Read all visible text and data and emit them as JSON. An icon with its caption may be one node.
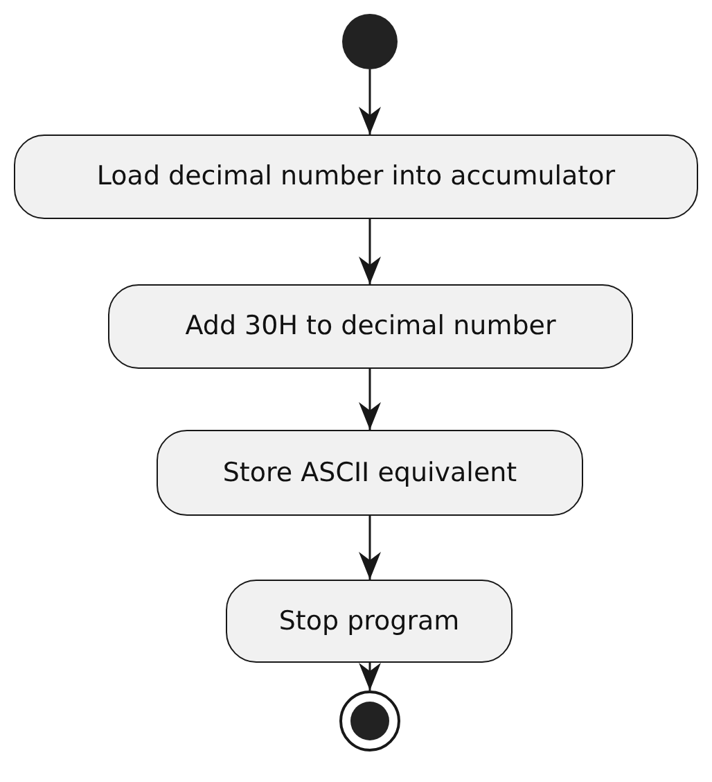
{
  "diagram": {
    "nodes": [
      {
        "text": [],
        "shape": "circle"
      },
      {
        "text": [
          "Load decimal number into accumulator"
        ]
      },
      {
        "text": [
          "Add 30H to decimal number"
        ]
      },
      {
        "text": [
          "Store ASCII equivalent"
        ]
      },
      {
        "text": [
          "Stop program"
        ]
      },
      {
        "text": [],
        "shape": "circle"
      }
    ],
    "edges": [
      {
        "from": 0,
        "to": 1,
        "arrow": "to"
      },
      {
        "from": 1,
        "to": 2,
        "arrow": "to"
      },
      {
        "from": 2,
        "to": 3,
        "arrow": "to"
      },
      {
        "from": 3,
        "to": 4,
        "arrow": "to"
      },
      {
        "from": 4,
        "to": 5,
        "arrow": "to"
      }
    ]
  }
}
